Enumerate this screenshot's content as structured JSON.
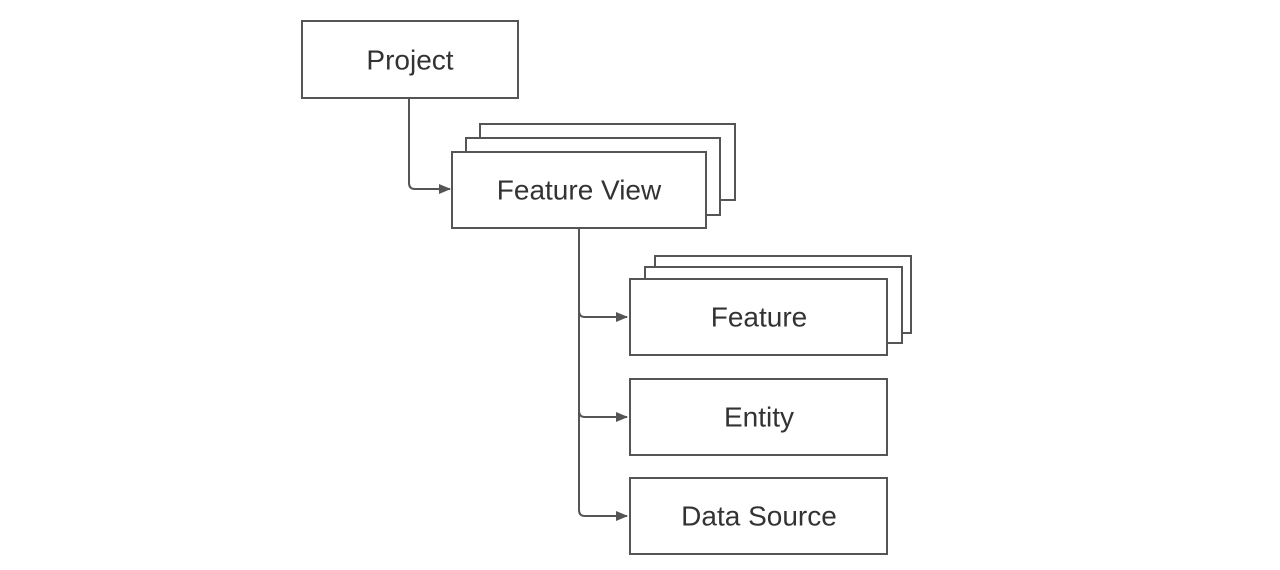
{
  "diagram": {
    "nodes": {
      "project": "Project",
      "feature_view": "Feature View",
      "feature": "Feature",
      "entity": "Entity",
      "data_source": "Data Source"
    },
    "colors": {
      "stroke": "#555555",
      "text": "#333333",
      "fill": "#ffffff"
    }
  }
}
